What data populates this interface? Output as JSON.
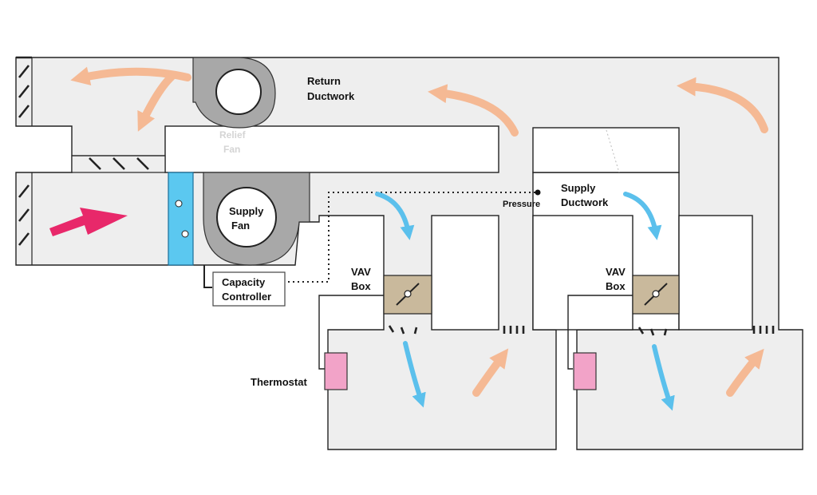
{
  "labels": {
    "return_ductwork": [
      "Return",
      "Ductwork"
    ],
    "relief_fan": [
      "Relief",
      "Fan"
    ],
    "supply_fan": [
      "Supply",
      "Fan"
    ],
    "supply_ductwork": [
      "Supply",
      "Ductwork"
    ],
    "pressure": "Pressure",
    "capacity_controller": [
      "Capacity",
      "Controller"
    ],
    "vav_box_1": [
      "VAV",
      "Box"
    ],
    "vav_box_2": [
      "VAV",
      "Box"
    ],
    "thermostat": "Thermostat"
  },
  "colors": {
    "duct_fill": "#eeeeee",
    "fan_housing": "#a8a8a8",
    "coil": "#5bc8f0",
    "vav_box": "#c9b99c",
    "thermostat": "#f2a3c8",
    "return_arrow": "#f5b994",
    "supply_arrow": "#5bc0ec",
    "outdoor_arrow": "#e8286a"
  }
}
